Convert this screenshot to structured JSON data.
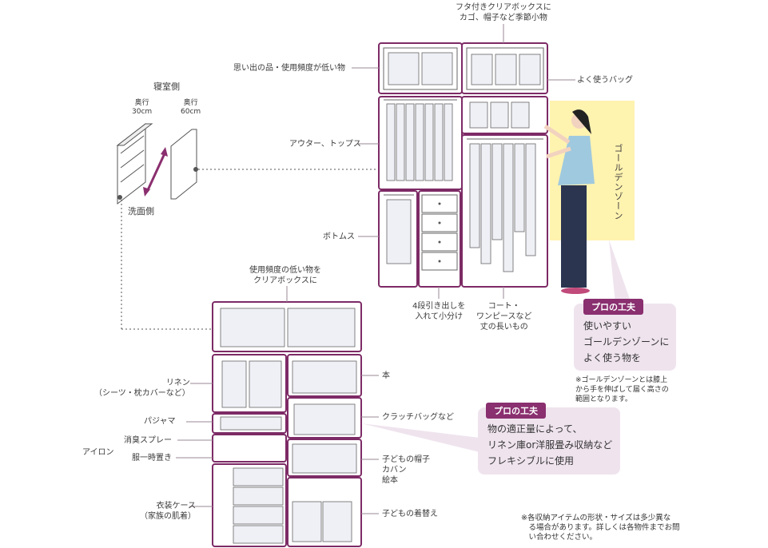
{
  "colors": {
    "frame": "#7d2b66",
    "line": "#9a8a96",
    "tip_bg": "#efe4ee",
    "tip_tag": "#8a2f6f",
    "golden": "#fff3b0"
  },
  "layout_diagram": {
    "bedroom_side": "寝室側",
    "depth_left": "奥行\n30cm",
    "depth_right": "奥行\n60cm",
    "washroom_side": "洗面側"
  },
  "upper_closet": {
    "top_note": "フタ付きクリアボックスに\nカゴ、帽子など季節小物",
    "memories": "思い出の品・使用頻度が低い物",
    "bags": "よく使うバッグ",
    "outer": "アウター、トップス",
    "bottoms": "ボトムス",
    "drawers": "4段引き出しを\n入れて小分け",
    "long": "コート・\nワンピースなど\n丈の長いもの",
    "golden_zone": "ゴールデンゾーン"
  },
  "lower_closet": {
    "top_note": "使用頻度の低い物を\nクリアボックスに",
    "linen": "リネン\n（シーツ・枕カバーなど）",
    "pajamas": "パジャマ",
    "spray": "消臭スプレー",
    "iron": "アイロン",
    "temp": "服一時置き",
    "case": "衣装ケース\n（家族の肌着）",
    "books": "本",
    "clutch": "クラッチバッグなど",
    "kids_items": "子どもの帽子\nカバン\n絵本",
    "kids_clothes": "子どもの着替え"
  },
  "tip1": {
    "tag": "プロの工夫",
    "text": "使いやすい\nゴールデンゾーンに\nよく使う物を",
    "note": "※ゴールデンゾーンとは膝上\nから手を伸ばして届く高さの\n範囲となります。"
  },
  "tip2": {
    "tag": "プロの工夫",
    "text": "物の適正量によって、\nリネン庫or洋服畳み収納など\nフレキシブルに使用"
  },
  "footnote": "※各収納アイテムの形状・サイズは多少異な\n　る場合があります。詳しくは各物件までお問\n　い合わせください。"
}
